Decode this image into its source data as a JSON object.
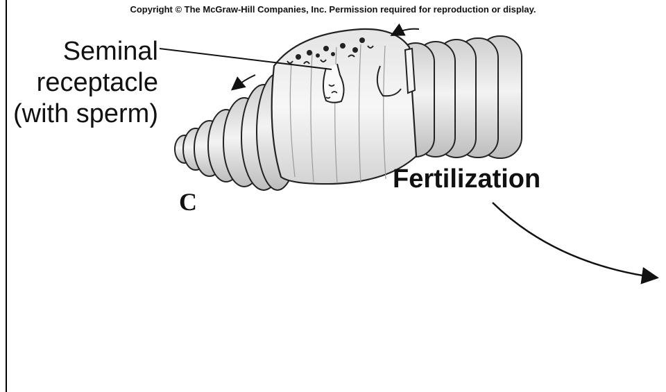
{
  "copyright": "Copyright © The McGraw-Hill Companies, Inc. Permission required for reproduction or display.",
  "labels": {
    "seminal_line1": "Seminal",
    "seminal_line2": "receptacle",
    "seminal_line3": "(with sperm)",
    "fertilization": "Fertilization",
    "panel_letter": "C"
  },
  "colors": {
    "ink": "#111111",
    "worm_fill": "#e6e6e6",
    "cocoon_fill": "#f2f2f2"
  }
}
